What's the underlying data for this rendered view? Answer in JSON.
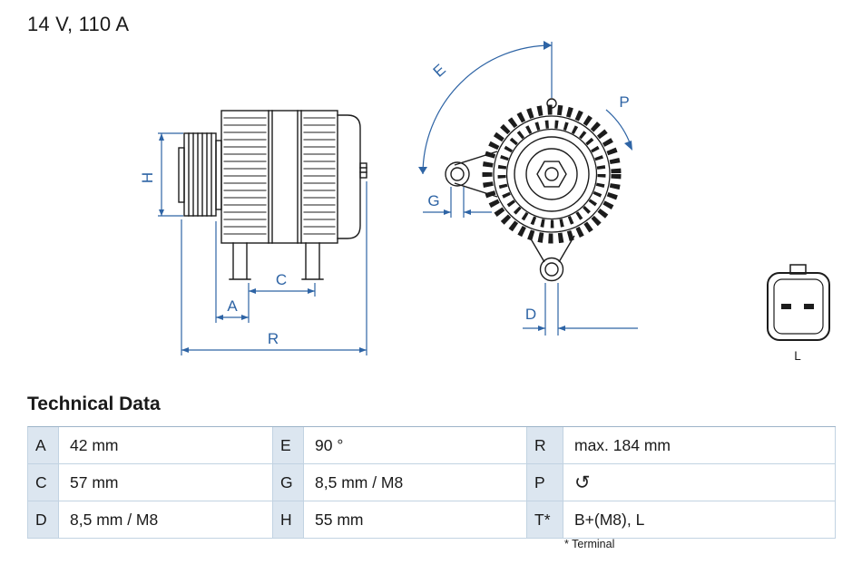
{
  "header": {
    "rating": "14 V, 110 A"
  },
  "drawing": {
    "dim_labels": {
      "H": "H",
      "A": "A",
      "C": "C",
      "R": "R",
      "E": "E",
      "P": "P",
      "G": "G",
      "D": "D"
    },
    "connector_label": "L",
    "accent_color": "#2e64a5",
    "line_color": "#1c1c1c"
  },
  "table": {
    "title": "Technical Data",
    "rotation_icon": "↺",
    "rows": [
      [
        {
          "k": "A",
          "v": "42 mm"
        },
        {
          "k": "E",
          "v": "90 °"
        },
        {
          "k": "R",
          "v": "max. 184 mm"
        }
      ],
      [
        {
          "k": "C",
          "v": "57 mm"
        },
        {
          "k": "G",
          "v": "8,5 mm / M8"
        },
        {
          "k": "P",
          "v": ""
        }
      ],
      [
        {
          "k": "D",
          "v": "8,5 mm / M8"
        },
        {
          "k": "H",
          "v": "55 mm"
        },
        {
          "k": "T*",
          "v": "B+(M8), L"
        }
      ]
    ],
    "footnote": "* Terminal"
  }
}
